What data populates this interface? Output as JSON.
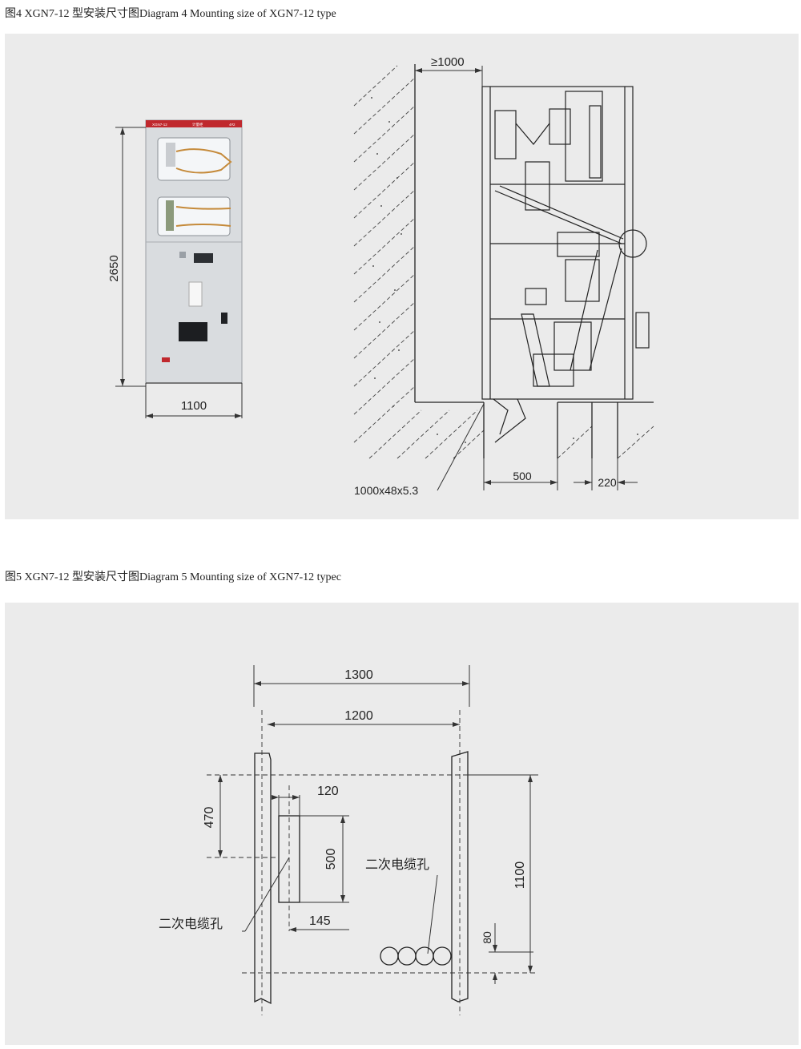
{
  "figure4": {
    "caption": "图4 XGN7-12 型安装尺寸图Diagram 4 Mounting size of XGN7-12 type",
    "cabinet": {
      "top_label": "XGN7-12",
      "top_label_mid": "计量柜",
      "top_label_right": "4#2",
      "height_dim": "2650",
      "width_dim": "1100"
    },
    "side_view": {
      "wall_clearance": "≥1000",
      "bar_spec": "1000x48x5.3",
      "dim_500": "500",
      "dim_220": "220"
    }
  },
  "figure5": {
    "caption": "图5 XGN7-12 型安装尺寸图Diagram 5 Mounting size of XGN7-12 typec",
    "dims": {
      "d1300": "1300",
      "d1200": "1200",
      "d120": "120",
      "d470": "470",
      "d500": "500",
      "d145": "145",
      "d1100": "1100",
      "d80": "80"
    },
    "labels": {
      "cable_hole_left": "二次电缆孔",
      "cable_hole_right": "二次电缆孔"
    }
  },
  "colors": {
    "panel_bg": "#ebebeb",
    "line": "#333333",
    "cabinet_body": "#d9dcdf",
    "top_strip": "#c0282d"
  }
}
